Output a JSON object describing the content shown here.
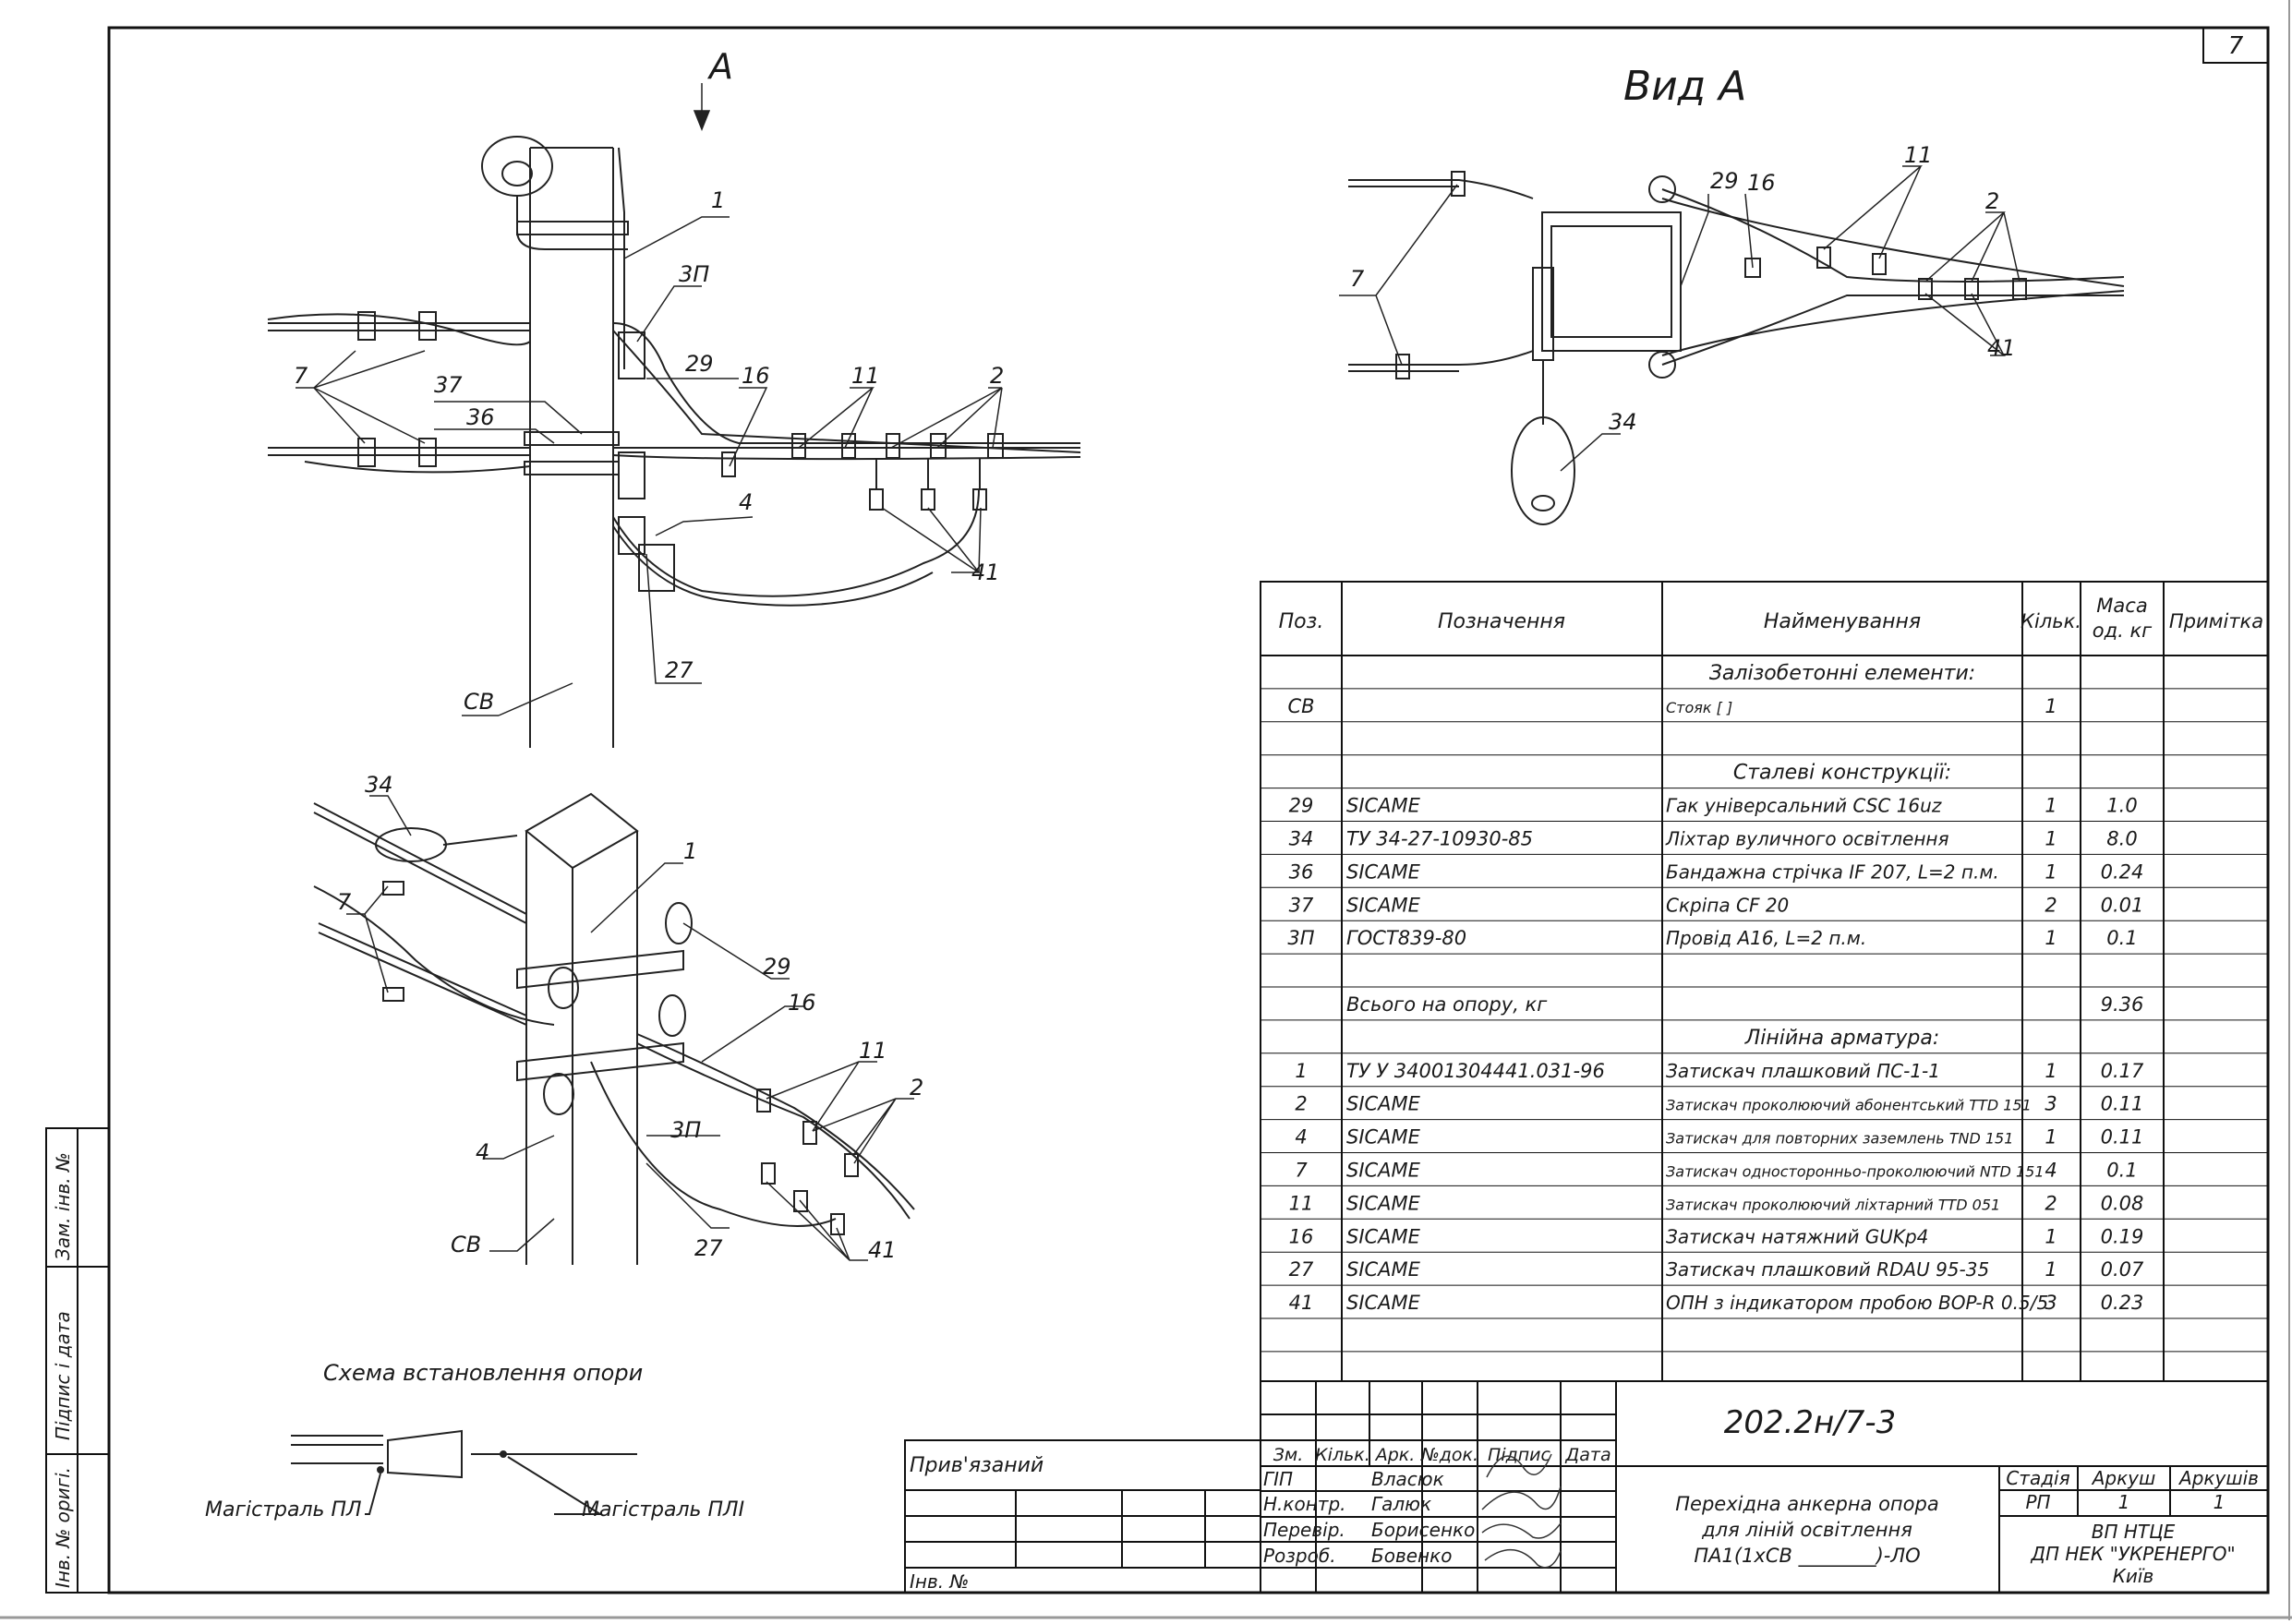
{
  "sheet_number": "7",
  "view_arrow_label": "A",
  "view_title": "Вид А",
  "drawing_code": "202.2н/7-3",
  "scheme_title": "Схема встановлення опори",
  "scheme_labels": {
    "left": "Магістраль ПЛ",
    "right": "Магістраль ПЛІ"
  },
  "callouts_main": {
    "c1": "1",
    "c3p": "3П",
    "c7": "7",
    "c37": "37",
    "c36": "36",
    "c29": "29",
    "c16": "16",
    "c11": "11",
    "c2": "2",
    "c4": "4",
    "c41": "41",
    "c27": "27",
    "cCB": "СВ"
  },
  "callouts_view_a": {
    "c7": "7",
    "c29": "29",
    "c16": "16",
    "c11": "11",
    "c2": "2",
    "c41": "41",
    "c34": "34"
  },
  "callouts_iso": {
    "c34": "34",
    "c1": "1",
    "c7": "7",
    "c29": "29",
    "c16": "16",
    "c11": "11",
    "c2": "2",
    "c3p": "3П",
    "c4": "4",
    "cCB": "СВ",
    "c27": "27",
    "c41": "41"
  },
  "spec_table": {
    "headers": {
      "pos": "Поз.",
      "designation": "Позначення",
      "name": "Найменування",
      "qty": "Кільк.",
      "mass1": "Маса",
      "mass2": "од. кг",
      "note": "Примітка"
    },
    "rows": [
      {
        "section": "Залізобетонні елементи:"
      },
      {
        "pos": "СВ",
        "des": "",
        "name": "Стояк [                                        ]",
        "qty": "1",
        "mass": ""
      },
      {
        "blank": true
      },
      {
        "section": "Сталеві конструкції:"
      },
      {
        "pos": "29",
        "des": "SICAME",
        "name": "Гак універсальний CSC 16uz",
        "qty": "1",
        "mass": "1.0"
      },
      {
        "pos": "34",
        "des": "ТУ 34-27-10930-85",
        "name": "Ліхтар вуличного освітлення",
        "qty": "1",
        "mass": "8.0"
      },
      {
        "pos": "36",
        "des": "SICAME",
        "name": "Бандажна стрічка IF 207, L=2 п.м.",
        "qty": "1",
        "mass": "0.24"
      },
      {
        "pos": "37",
        "des": "SICAME",
        "name": "Скріпа CF 20",
        "qty": "2",
        "mass": "0.01"
      },
      {
        "pos": "3П",
        "des": "ГОСТ839-80",
        "name": "Провід А16, L=2 п.м.",
        "qty": "1",
        "mass": "0.1"
      },
      {
        "blank": true
      },
      {
        "pos": "",
        "des": "Всього на опору, кг",
        "name": "",
        "qty": "",
        "mass": "9.36"
      },
      {
        "section": "Лінійна арматура:"
      },
      {
        "pos": "1",
        "des": "ТУ У 34001304441.031-96",
        "name": "Затискач плашковий ПС-1-1",
        "qty": "1",
        "mass": "0.17"
      },
      {
        "pos": "2",
        "des": "SICAME",
        "name": "Затискач проколюючий абонентський TTD 151",
        "qty": "3",
        "mass": "0.11"
      },
      {
        "pos": "4",
        "des": "SICAME",
        "name": "Затискач для повторних заземлень TND 151",
        "qty": "1",
        "mass": "0.11"
      },
      {
        "pos": "7",
        "des": "SICAME",
        "name": "Затискач односторонньо-проколюючий NTD 151",
        "qty": "4",
        "mass": "0.1"
      },
      {
        "pos": "11",
        "des": "SICAME",
        "name": "Затискач проколюючий ліхтарний TTD 051",
        "qty": "2",
        "mass": "0.08"
      },
      {
        "pos": "16",
        "des": "SICAME",
        "name": "Затискач натяжний GUKp4",
        "qty": "1",
        "mass": "0.19"
      },
      {
        "pos": "27",
        "des": "SICAME",
        "name": "Затискач плашковий RDAU 95-35",
        "qty": "1",
        "mass": "0.07"
      },
      {
        "pos": "41",
        "des": "SICAME",
        "name": "ОПН з індикатором пробою BOP-R 0.5/5",
        "qty": "3",
        "mass": "0.23"
      }
    ]
  },
  "title_block": {
    "header": {
      "zm": "Зм.",
      "kilk": "Кільк.",
      "ark": "Арк.",
      "ndok": "№док.",
      "pidpys": "Підпис",
      "data": "Дата"
    },
    "roles": [
      {
        "role": "ГІП",
        "name": "Власюк"
      },
      {
        "role": "Н.контр.",
        "name": "Галюк"
      },
      {
        "role": "Перевір.",
        "name": "Борисенко"
      },
      {
        "role": "Розроб.",
        "name": "Бовенко"
      }
    ],
    "description": [
      "Перехідна анкерна опора",
      "для ліній освітлення",
      "ПА1(1хСВ ________)-ЛО"
    ],
    "stage_label": "Стадія",
    "stage": "РП",
    "sheet_label": "Аркуш",
    "sheet": "1",
    "sheets_label": "Аркушів",
    "sheets": "1",
    "org": [
      "ВП НТЦЕ",
      "ДП НЕК \"УКРЕНЕРГО\"",
      "Київ"
    ]
  },
  "attached_label": "Прив'язаний",
  "inv_label": "Інв. №",
  "side_labels": {
    "zam": "Зам. інв. №",
    "pidpys": "Підпис і дата",
    "orig": "Інв. № оригі."
  }
}
